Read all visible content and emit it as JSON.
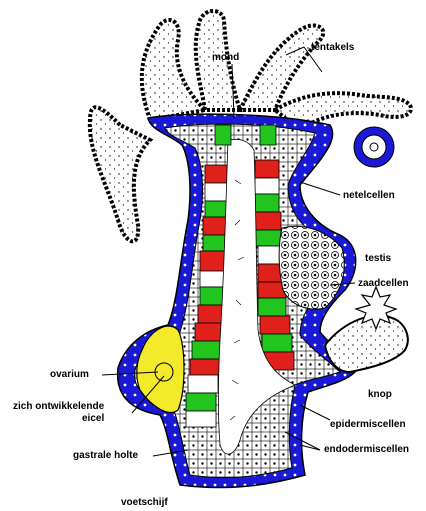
{
  "labels": {
    "mond": "mond",
    "tentakels": "tentakels",
    "netelcellen": "netelcellen",
    "testis": "testis",
    "zaadcellen": "zaadcellen",
    "ovarium": "ovarium",
    "eicel_line1": "zich ontwikkelende",
    "eicel_line2": "eicel",
    "knop": "knop",
    "epidermiscellen": "epidermiscellen",
    "endodermiscellen": "endodermiscellen",
    "gastrale_holte": "gastrale holte",
    "voetschijf": "voetschijf"
  },
  "colors": {
    "ectoderm": "#1a1ad6",
    "endoderm_red": "#e0201a",
    "endoderm_green": "#22c41e",
    "ovary": "#f2ea2a",
    "outline": "#000000"
  }
}
